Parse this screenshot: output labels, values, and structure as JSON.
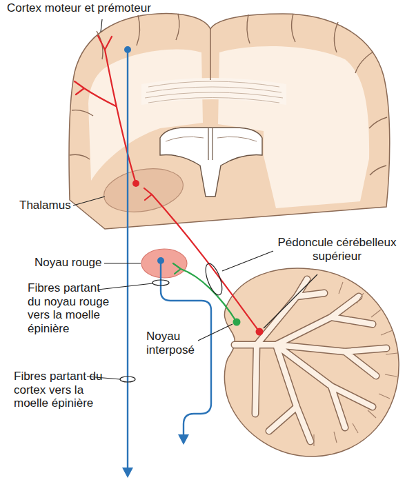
{
  "diagram": {
    "labels": [
      "Cortex moteur et prémoteur",
      "Thalamus",
      "Pédoncule cérébelleux supérieur",
      "Noyau rouge",
      "Fibres partant du noyau rouge vers la moelle épinière",
      "Noyau interposé",
      "Fibres partant du cortex vers la moelle épinière"
    ]
  }
}
